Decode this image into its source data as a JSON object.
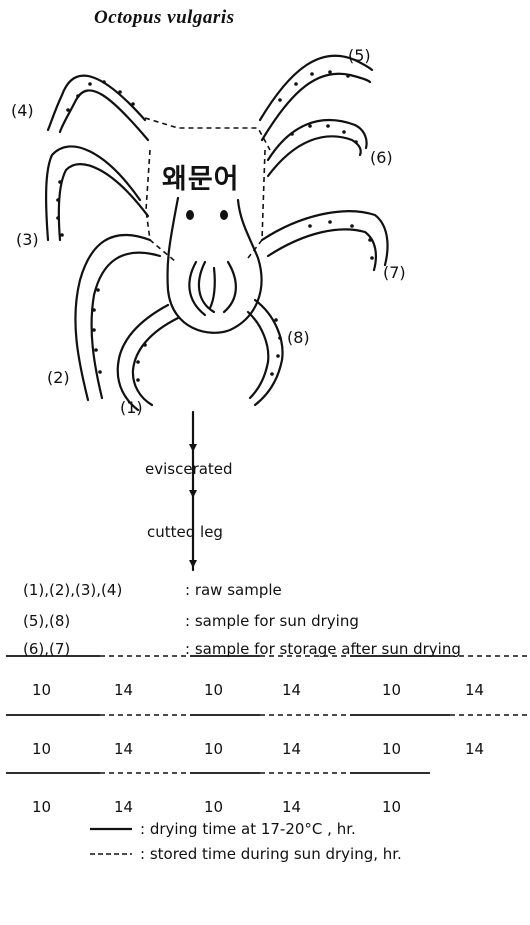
{
  "title": "Octopus vulgaris",
  "korean_name": "왜문어",
  "legs": {
    "l1": "(1)",
    "l2": "(2)",
    "l3": "(3)",
    "l4": "(4)",
    "l5": "(5)",
    "l6": "(6)",
    "l7": "(7)",
    "l8": "(8)"
  },
  "flow": {
    "step1": "eviscerated",
    "step2": "cutted leg"
  },
  "assignments": [
    {
      "legs": "(1),(2),(3),(4)",
      "desc": ": raw sample"
    },
    {
      "legs": "(5),(8)",
      "desc": ": sample for sun drying"
    },
    {
      "legs": "(6),(7)",
      "desc": ": sample for storage after sun drying"
    }
  ],
  "schedule_rows": [
    [
      "10",
      "14",
      "10",
      "14",
      "10",
      "14"
    ],
    [
      "10",
      "14",
      "10",
      "14",
      "10",
      "14"
    ],
    [
      "10",
      "14",
      "10",
      "14",
      "10"
    ]
  ],
  "legend": {
    "solid": ": drying time at 17-20°C , hr.",
    "dashed": ": stored time during sun drying, hr."
  }
}
